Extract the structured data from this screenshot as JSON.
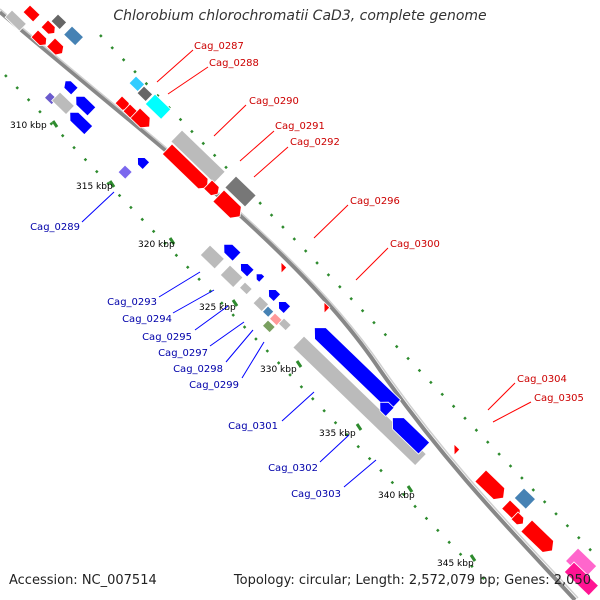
{
  "header": {
    "title": "Chlorobium chlorochromatii CaD3, complete genome"
  },
  "footer": {
    "accession": "Accession: NC_007514",
    "topology": "Topology: circular; Length: 2,572,079 bp; Genes: 2,050"
  },
  "colors": {
    "forward_strand_labels": "#cc0000",
    "reverse_strand_labels": "#0000aa",
    "backbone": "#888888",
    "tick_dots": "#2e8b2e"
  },
  "ruler": {
    "ticks": [
      "310 kbp",
      "315 kbp",
      "320 kbp",
      "325 kbp",
      "330 kbp",
      "335 kbp",
      "340 kbp",
      "345 kbp"
    ]
  },
  "gene_labels": {
    "forward": [
      "Cag_0287",
      "Cag_0288",
      "Cag_0290",
      "Cag_0291",
      "Cag_0292",
      "Cag_0296",
      "Cag_0300",
      "Cag_0304",
      "Cag_0305"
    ],
    "reverse": [
      "Cag_0289",
      "Cag_0293",
      "Cag_0294",
      "Cag_0295",
      "Cag_0297",
      "Cag_0298",
      "Cag_0299",
      "Cag_0301",
      "Cag_0302",
      "Cag_0303"
    ]
  }
}
